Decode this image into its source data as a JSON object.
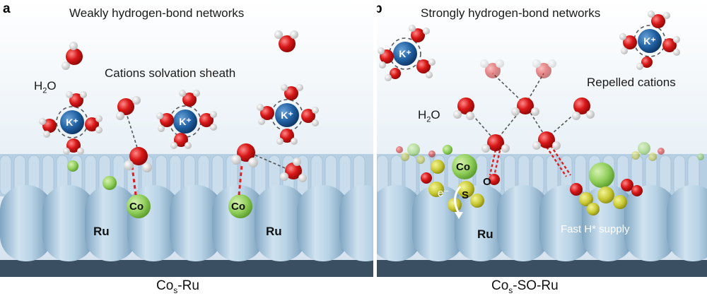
{
  "panel_a": {
    "letter": "a",
    "title": "Weakly hydrogen-bond networks",
    "sheath_label": "Cations solvation sheath",
    "water_label_main": "H",
    "water_label_sub": "2",
    "water_label_tail": "O",
    "cation_label": "K⁺",
    "co_label": "Co",
    "ru_label": "Ru",
    "caption_main": "Co",
    "caption_sub": "s",
    "caption_tail": "-Ru"
  },
  "panel_b": {
    "letter": "b",
    "title": "Strongly hydrogen-bond networks",
    "repelled_label": "Repelled cations",
    "water_label_main": "H",
    "water_label_sub": "2",
    "water_label_tail": "O",
    "cation_label": "K⁺",
    "co_label": "Co",
    "o_label": "O",
    "s_label": "S",
    "electron_label": "e⁻",
    "ru_label": "Ru",
    "supply_label": "Fast H* supply",
    "caption_main": "Co",
    "caption_sub": "s",
    "caption_tail": "-SO-Ru"
  },
  "colors": {
    "oxygen": "#d81818",
    "hydrogen": "#f2f2f2",
    "potassium": "#1f5fa0",
    "cobalt": "#8fce5a",
    "sulfur": "#c8c832",
    "ruthenium": "#a9c9df",
    "hbond": "#555555",
    "bond_red": "#e02020"
  }
}
